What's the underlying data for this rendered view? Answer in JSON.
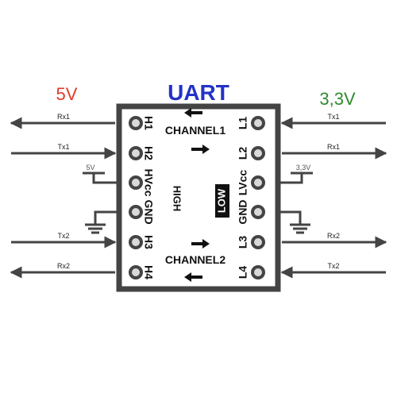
{
  "title": "UART",
  "voltage_high": "5V",
  "voltage_low": "3,3V",
  "board": {
    "channel1": "CHANNEL1",
    "channel2": "CHANNEL2",
    "high_label": "HIGH",
    "low_label": "LOW",
    "left_pins": [
      "H1",
      "H2",
      "HVcc",
      "GND",
      "H3",
      "H4"
    ],
    "right_pins": [
      "L1",
      "L2",
      "LVcc",
      "GND",
      "L3",
      "L4"
    ]
  },
  "left_signals": [
    "Rx1",
    "Tx1",
    "Tx2",
    "Rx2"
  ],
  "right_signals": [
    "Tx1",
    "Rx1",
    "Rx2",
    "Tx2"
  ],
  "supply_left": "5V",
  "supply_right": "3,3V",
  "colors": {
    "title": "#2332c8",
    "five_volt": "#e23a2a",
    "three_volt": "#2e8b2e",
    "board": "#444444",
    "wire": "#444444"
  }
}
